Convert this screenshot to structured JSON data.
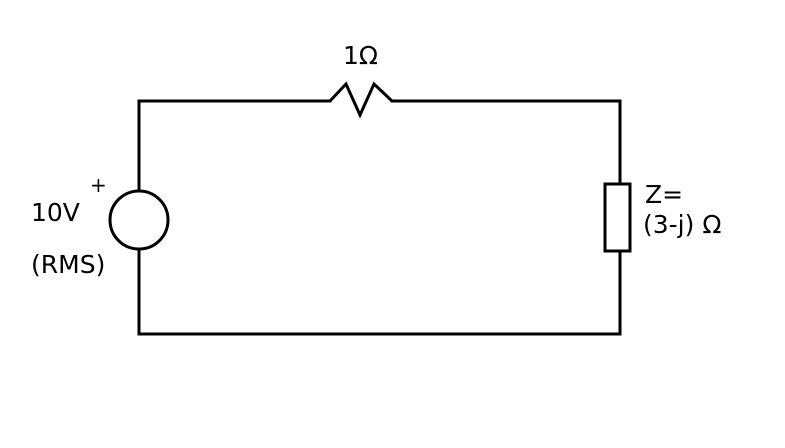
{
  "source": {
    "voltage": "10V",
    "rms_note": "(RMS)",
    "polarity": "+"
  },
  "resistor": {
    "label": "1Ω"
  },
  "load": {
    "label_line1": "Z=",
    "label_line2": "(3-j) Ω"
  },
  "colors": {
    "line": "#000000",
    "background": "#ffffff"
  }
}
